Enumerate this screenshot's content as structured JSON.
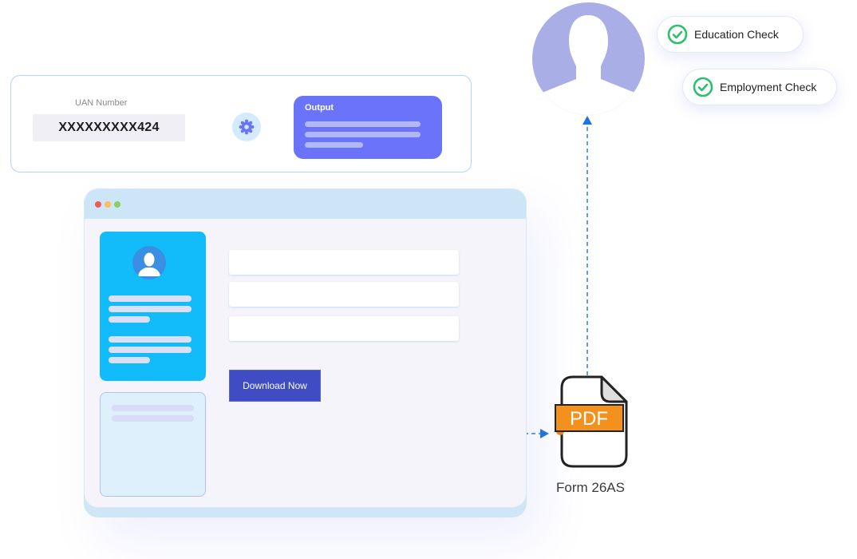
{
  "uan_card": {
    "label": "UAN Number",
    "value": "XXXXXXXXX424",
    "process_icon": "gear-icon",
    "output_title": "Output"
  },
  "browser": {
    "window_controls": [
      "close",
      "minimize",
      "maximize"
    ],
    "download_button_label": "Download Now"
  },
  "document": {
    "icon": "pdf-file-icon",
    "badge_text": "PDF",
    "label": "Form 26AS"
  },
  "checks": [
    {
      "label": "Education Check",
      "status": "passed",
      "icon": "check-circle-icon"
    },
    {
      "label": "Employment Check",
      "status": "passed",
      "icon": "check-circle-icon"
    }
  ],
  "colors": {
    "accent_blue": "#1a73e8",
    "output_purple": "#6b73fb",
    "button_indigo": "#3f4cc3",
    "profile_cyan": "#12bbf9",
    "check_green": "#2bc06b",
    "pdf_orange": "#f3911f",
    "avatar_lavender": "#a9aee6"
  }
}
